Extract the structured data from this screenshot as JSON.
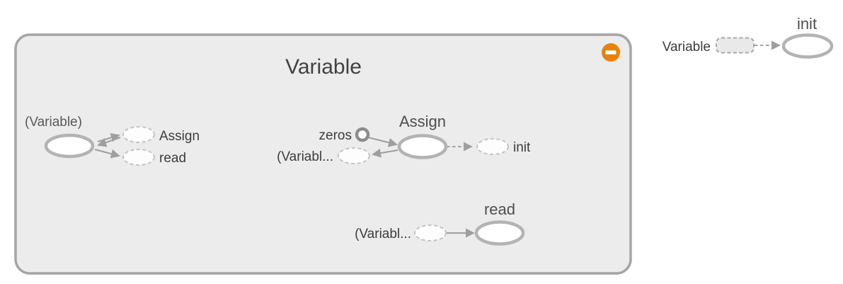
{
  "graph": {
    "main_group": {
      "title": "Variable",
      "collapse_button": {
        "action": "collapse",
        "symbol": "minus"
      },
      "variable_cluster": {
        "node_label": "(Variable)",
        "assign_ref_label": "Assign",
        "read_ref_label": "read"
      },
      "assign_cluster": {
        "title": "Assign",
        "zeros_label": "zeros",
        "variable_ref_label": "(Variabl...",
        "init_ref_label": "init"
      },
      "read_cluster": {
        "title": "read",
        "variable_ref_label": "(Variabl..."
      }
    },
    "init_graph": {
      "variable_ref_label": "Variable",
      "title": "init"
    }
  },
  "colors": {
    "collapse_button": "#e8820c",
    "group_fill": "#ececec",
    "group_border": "#a5a5a5",
    "op_node_stroke": "#b3b3b3",
    "ref_node_stroke": "#c3c3c3",
    "edge": "#9e9e9e",
    "title_text": "#424242",
    "label_text": "#3d3d3d"
  }
}
